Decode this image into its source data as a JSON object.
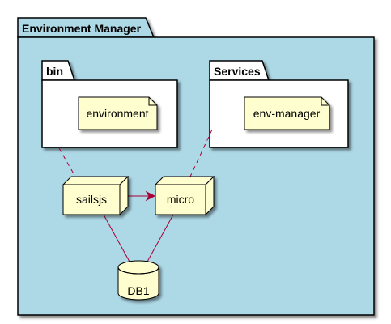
{
  "diagram": {
    "package_title": "Environment Manager",
    "bin": {
      "title": "bin",
      "note": "environment"
    },
    "services": {
      "title": "Services",
      "note": "env-manager"
    },
    "nodes": {
      "sailsjs": "sailsjs",
      "micro": "micro"
    },
    "database": {
      "label": "DB1"
    }
  },
  "colors": {
    "package_fill": "#ADD8E6",
    "inner_package_fill": "#FFFFFF",
    "element_fill": "#FEFECE",
    "border": "#000000",
    "connector": "#A80036",
    "shadow": "#7F7F7F"
  }
}
